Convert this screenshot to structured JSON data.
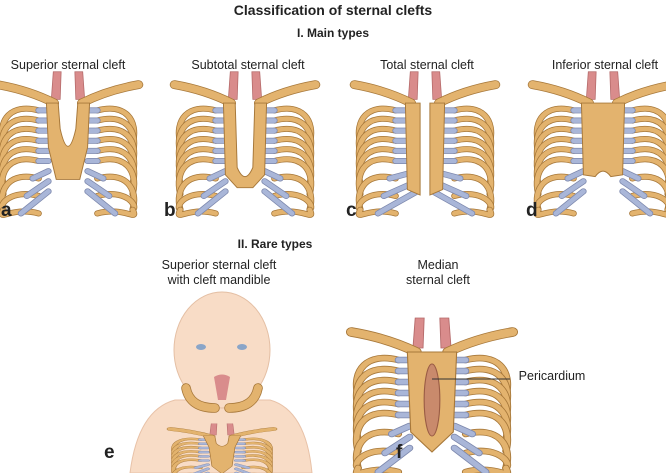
{
  "title": "Classification of sternal clefts",
  "main_types": {
    "heading": "I. Main types",
    "panels": [
      {
        "letter": "a",
        "label": "Superior sternal cleft",
        "variant": "superior"
      },
      {
        "letter": "b",
        "label": "Subtotal sternal cleft",
        "variant": "subtotal"
      },
      {
        "letter": "c",
        "label": "Total sternal cleft",
        "variant": "total"
      },
      {
        "letter": "d",
        "label": "Inferior sternal cleft",
        "variant": "inferior"
      }
    ]
  },
  "rare_types": {
    "heading": "II. Rare types",
    "panels": [
      {
        "letter": "e",
        "label_line1": "Superior sternal cleft",
        "label_line2": "with cleft mandible",
        "variant": "mandible"
      },
      {
        "letter": "f",
        "label_line1": "Median",
        "label_line2": "sternal cleft",
        "variant": "median",
        "annotation": "Pericardium"
      }
    ]
  },
  "colors": {
    "bone": "#e3b36e",
    "bone_outline": "#a7783a",
    "cartilage": "#a9b6d8",
    "cartilage_outline": "#7d88ad",
    "muscle": "#d98c8c",
    "skin": "#f8dcc6",
    "pericardium": "#c98a6c"
  }
}
